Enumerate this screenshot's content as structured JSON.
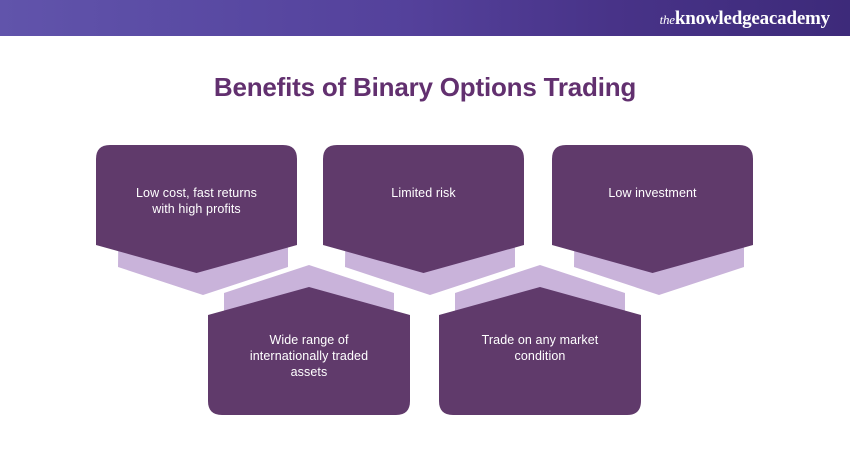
{
  "header": {
    "logo_the": "the",
    "logo_main": "knowledgeacademy",
    "gradient_from": "#6154ab",
    "gradient_to": "#3d2a7a"
  },
  "title": "Benefits of Binary Options Trading",
  "colors": {
    "title": "#62306f",
    "box_fill": "#603a6b",
    "accent_light": "#c9b3da",
    "label_text": "#ffffff",
    "background": "#ffffff"
  },
  "diagram": {
    "type": "benefits-chevron-layout",
    "top_row": [
      {
        "id": "low-cost",
        "label": "Low cost, fast returns\nwith high profits"
      },
      {
        "id": "limited-risk",
        "label": "Limited risk"
      },
      {
        "id": "low-investment",
        "label": "Low investment"
      }
    ],
    "bottom_row": [
      {
        "id": "wide-range",
        "label": "Wide range of\ninternationally traded\nassets"
      },
      {
        "id": "any-market",
        "label": "Trade on any market\ncondition"
      }
    ]
  }
}
